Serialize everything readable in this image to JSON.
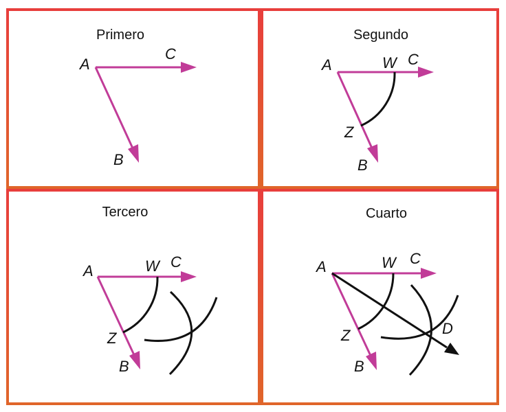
{
  "panels": [
    {
      "title": "Primero",
      "labels": {
        "a": "A",
        "b": "B",
        "c": "C"
      }
    },
    {
      "title": "Segundo",
      "labels": {
        "a": "A",
        "b": "B",
        "c": "C",
        "w": "W",
        "z": "Z"
      }
    },
    {
      "title": "Tercero",
      "labels": {
        "a": "A",
        "b": "B",
        "c": "C",
        "w": "W",
        "z": "Z"
      }
    },
    {
      "title": "Cuarto",
      "labels": {
        "a": "A",
        "b": "B",
        "c": "C",
        "w": "W",
        "z": "Z",
        "d": "D"
      }
    }
  ],
  "colors": {
    "frame": "#e8473a",
    "ray": "#c13c98",
    "arc": "#111111"
  }
}
